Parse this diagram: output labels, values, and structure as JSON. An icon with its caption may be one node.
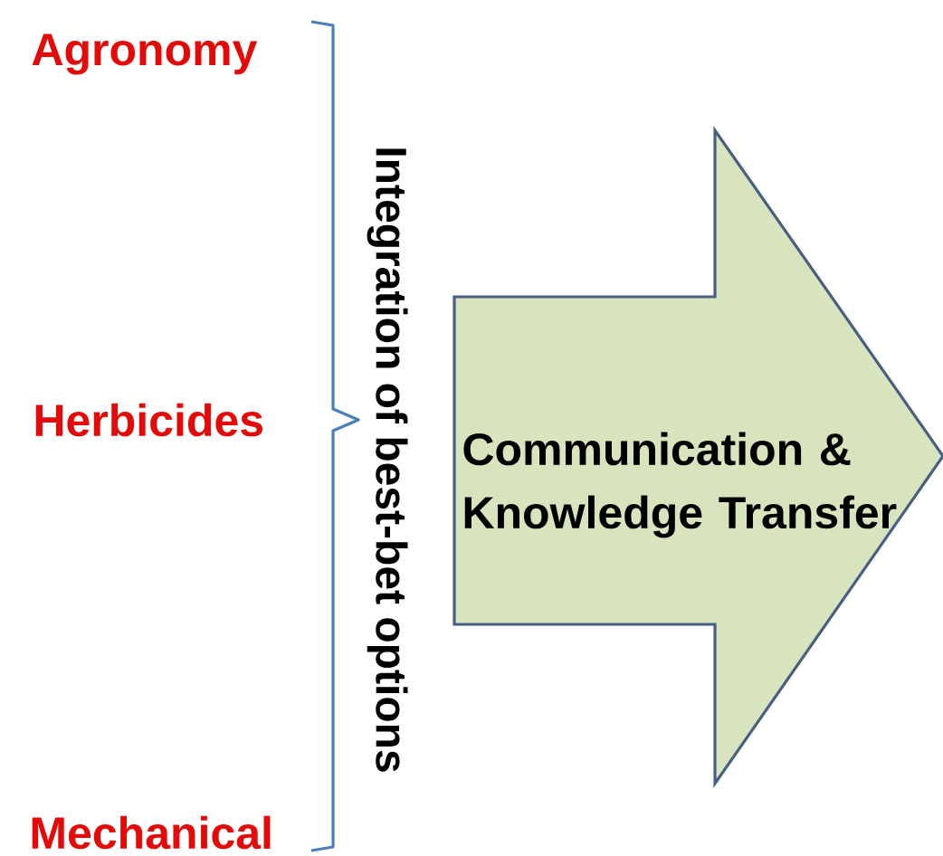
{
  "diagram": {
    "nodes": [
      {
        "text": [
          "Communication & Knowledge Transfer"
        ]
      }
    ],
    "labels": [
      "Agronomy",
      "Herbicides",
      "Mechanical",
      "Integration of best-bet options"
    ]
  }
}
